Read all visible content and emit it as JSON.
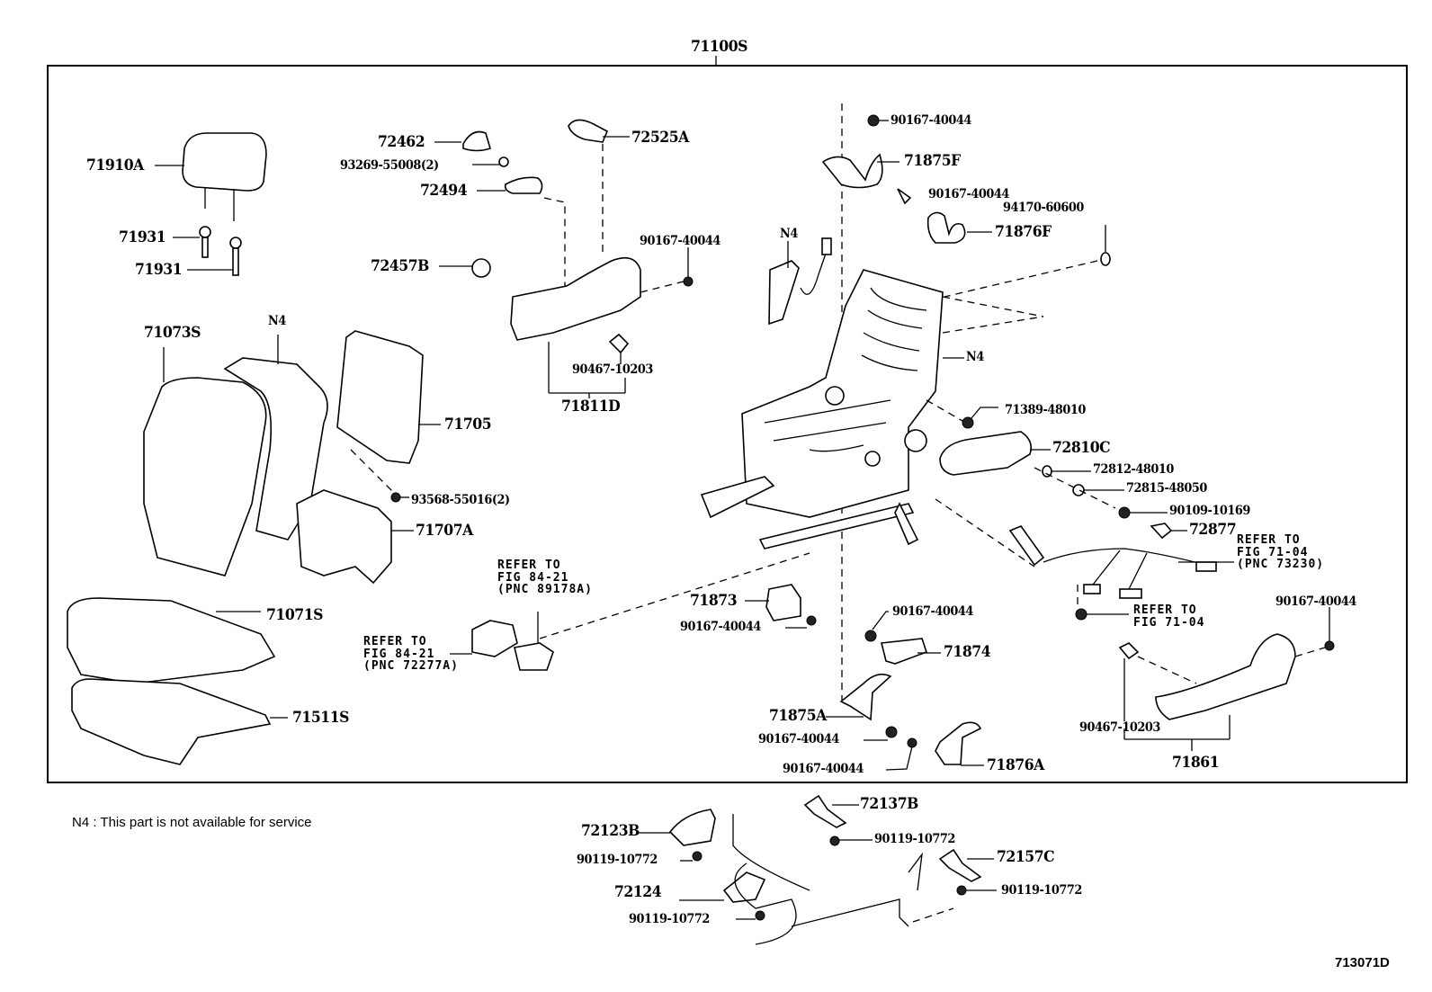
{
  "diagram": {
    "assembly_label": "71100S",
    "figure_id": "713071D",
    "footnote": "N4 : This part is not available for service",
    "labels": {
      "headrest": "71910A",
      "headrest_support_1": "71931",
      "headrest_support_2": "71931",
      "knob_cap": "72462",
      "screw_93269": "93269-55008(2)",
      "knob_72494": "72494",
      "cover_72525A": "72525A",
      "knob_72457B": "72457B",
      "screw_shield_upper": "90167-40044",
      "clip_shield": "90467-10203",
      "shield_71811D": "71811D",
      "screw_top": "90167-40044",
      "cover_71875F": "71875F",
      "screw_71876F": "90167-40044",
      "cover_71876F": "71876F",
      "grommet": "94170-60600",
      "n4_airbag": "N4",
      "n4_frame": "N4",
      "n4_pad": "N4",
      "back_cover": "71073S",
      "back_board": "71705",
      "screw_93568": "93568-55016(2)",
      "back_board_lower": "71707A",
      "seat_cushion_cover": "71071S",
      "seat_pad": "71511S",
      "bushing_71389": "71389-48010",
      "armrest": "72810C",
      "washer_72812": "72812-48010",
      "washer_72815": "72815-48050",
      "bolt_90109": "90109-10169",
      "cap_72877": "72877",
      "cover_71873": "71873",
      "screw_71873": "90167-40044",
      "screw_71874": "90167-40044",
      "cover_71874": "71874",
      "cover_71875A": "71875A",
      "screw_71875A": "90167-40044",
      "screw_71876A": "90167-40044",
      "cover_71876A": "71876A",
      "screw_right": "90167-40044",
      "clip_right": "90467-10203",
      "shield_71861": "71861",
      "cover_72137B": "72137B",
      "bolt_72137B": "90119-10772",
      "cover_72123B": "72123B",
      "bolt_72123B": "90119-10772",
      "cover_72124": "72124",
      "bolt_72124": "90119-10772",
      "cover_72157C": "72157C",
      "bolt_72157C": "90119-10772"
    },
    "references": {
      "ref_89178A": "REFER TO\nFIG 84-21\n(PNC 89178A)",
      "ref_72277A": "REFER TO\nFIG 84-21\n(PNC 72277A)",
      "ref_73230": "REFER TO\nFIG 71-04\n(PNC 73230)",
      "ref_71_04": "REFER TO\nFIG 71-04"
    }
  }
}
